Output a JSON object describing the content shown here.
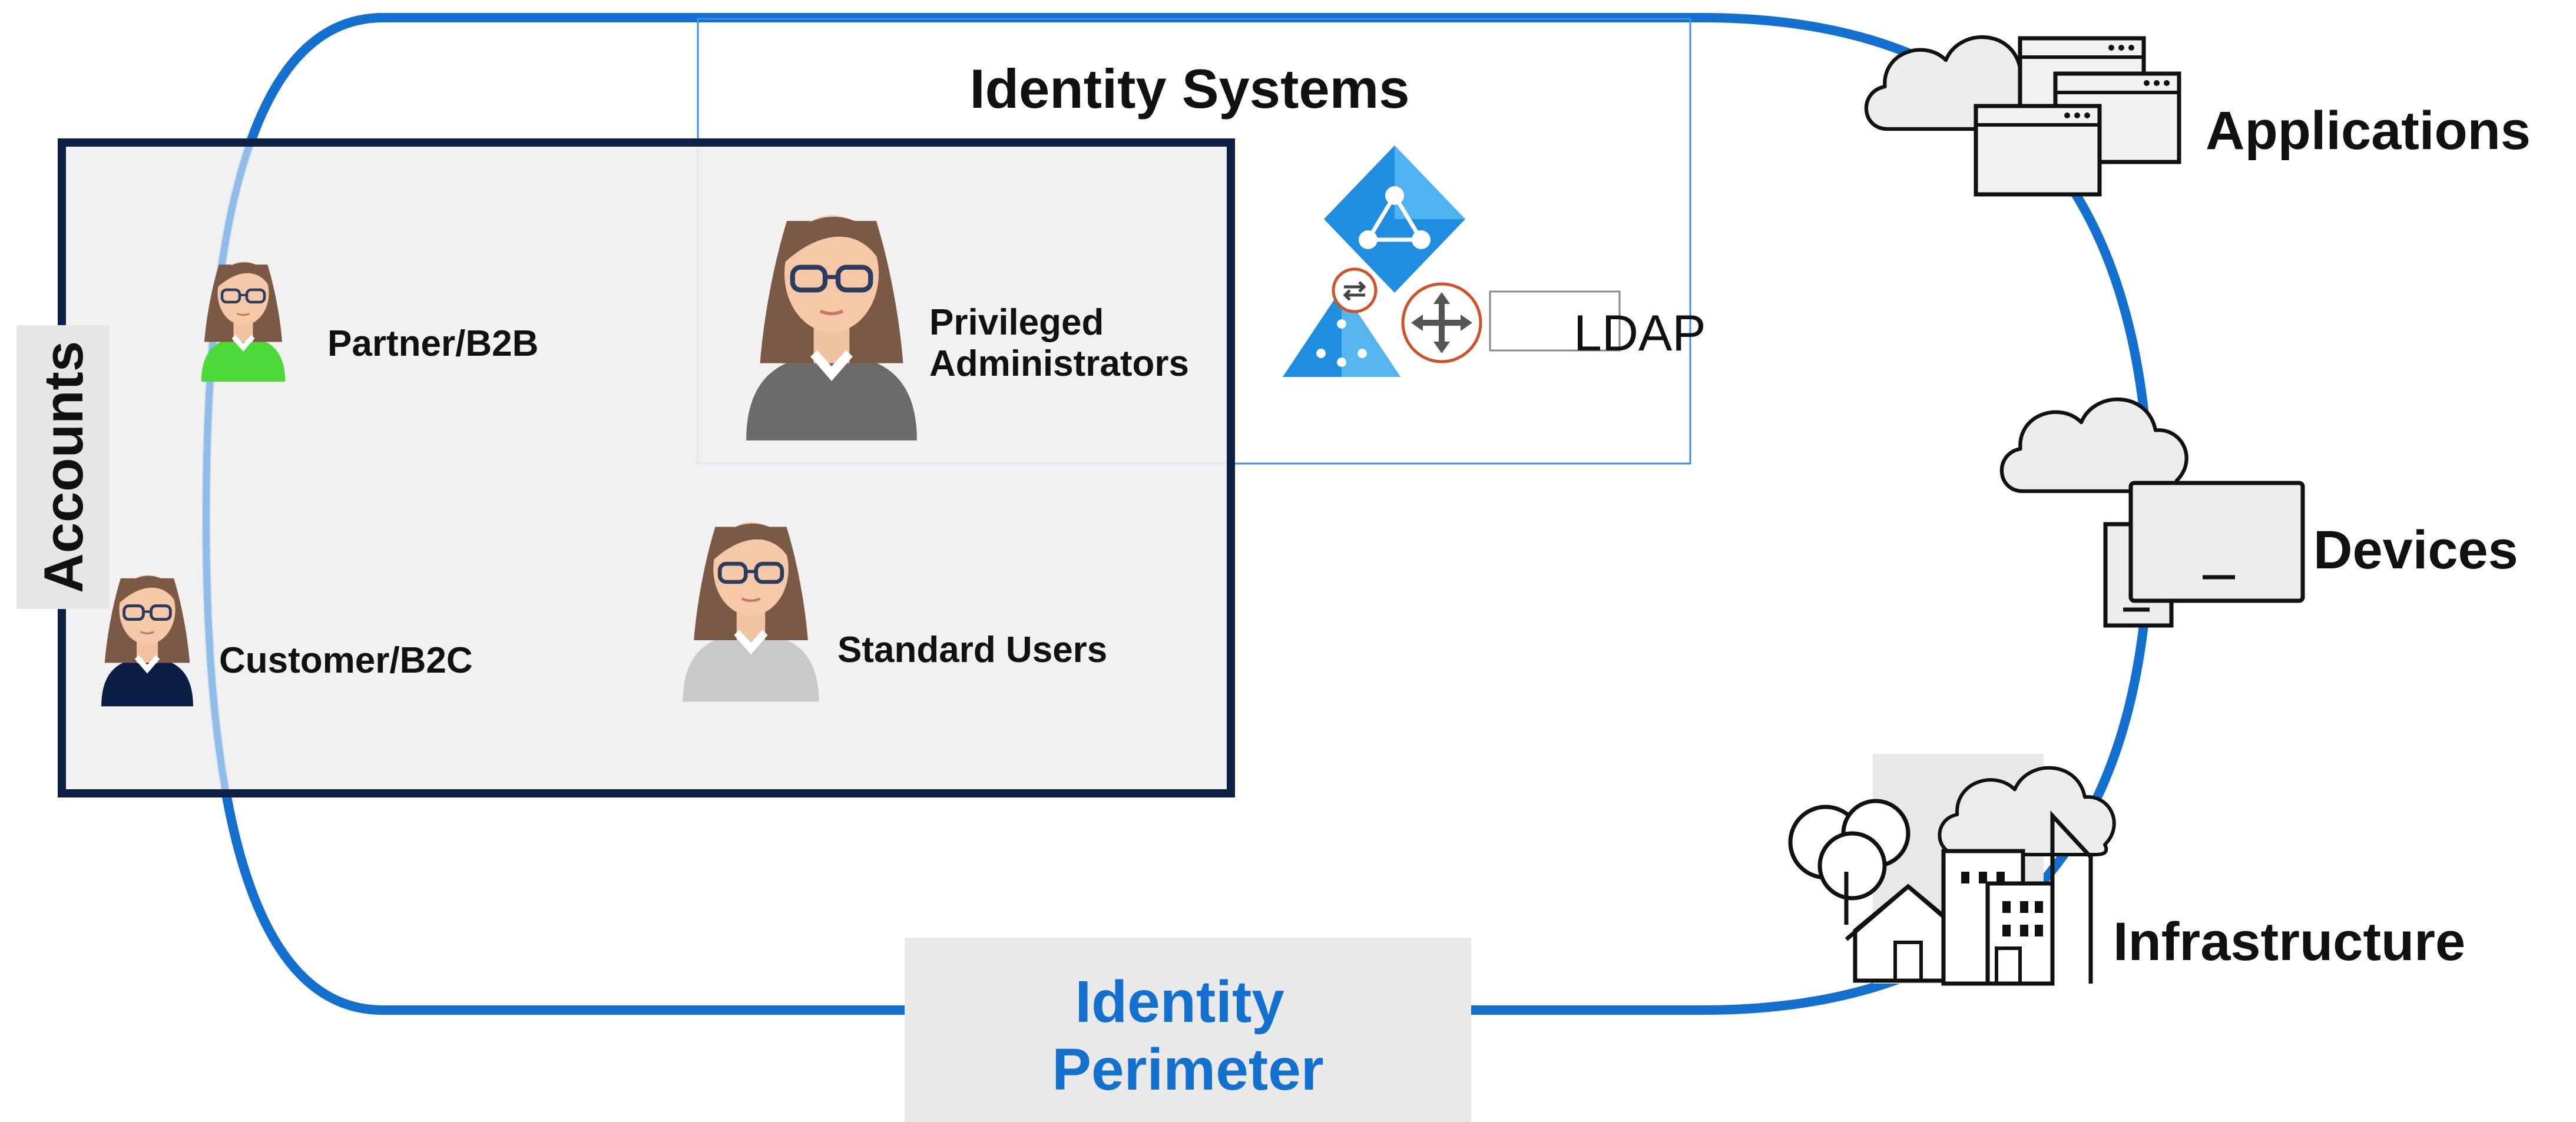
{
  "identity_systems": {
    "title": "Identity Systems",
    "ldap_label": "LDAP"
  },
  "accounts": {
    "side_label": "Accounts",
    "partner": "Partner/B2B",
    "customer": "Customer/B2C",
    "privileged_line1": "Privileged",
    "privileged_line2": "Administrators",
    "standard": "Standard Users"
  },
  "resources": {
    "applications": "Applications",
    "devices": "Devices",
    "infrastructure": "Infrastructure"
  },
  "perimeter": {
    "line1": "Identity",
    "line2": "Perimeter"
  },
  "colors": {
    "perimeter_blue": "#1470cf",
    "accounts_border": "#0d1f45",
    "accounts_fill": "#f0f0f0",
    "partner_shirt": "#4cd93a",
    "customer_shirt": "#0b1f45",
    "privileged_shirt": "#6b6b6b",
    "standard_shirt": "#c9c9c9",
    "azure_blue": "#1f8ee0",
    "sync_ring": "#d0502a"
  }
}
